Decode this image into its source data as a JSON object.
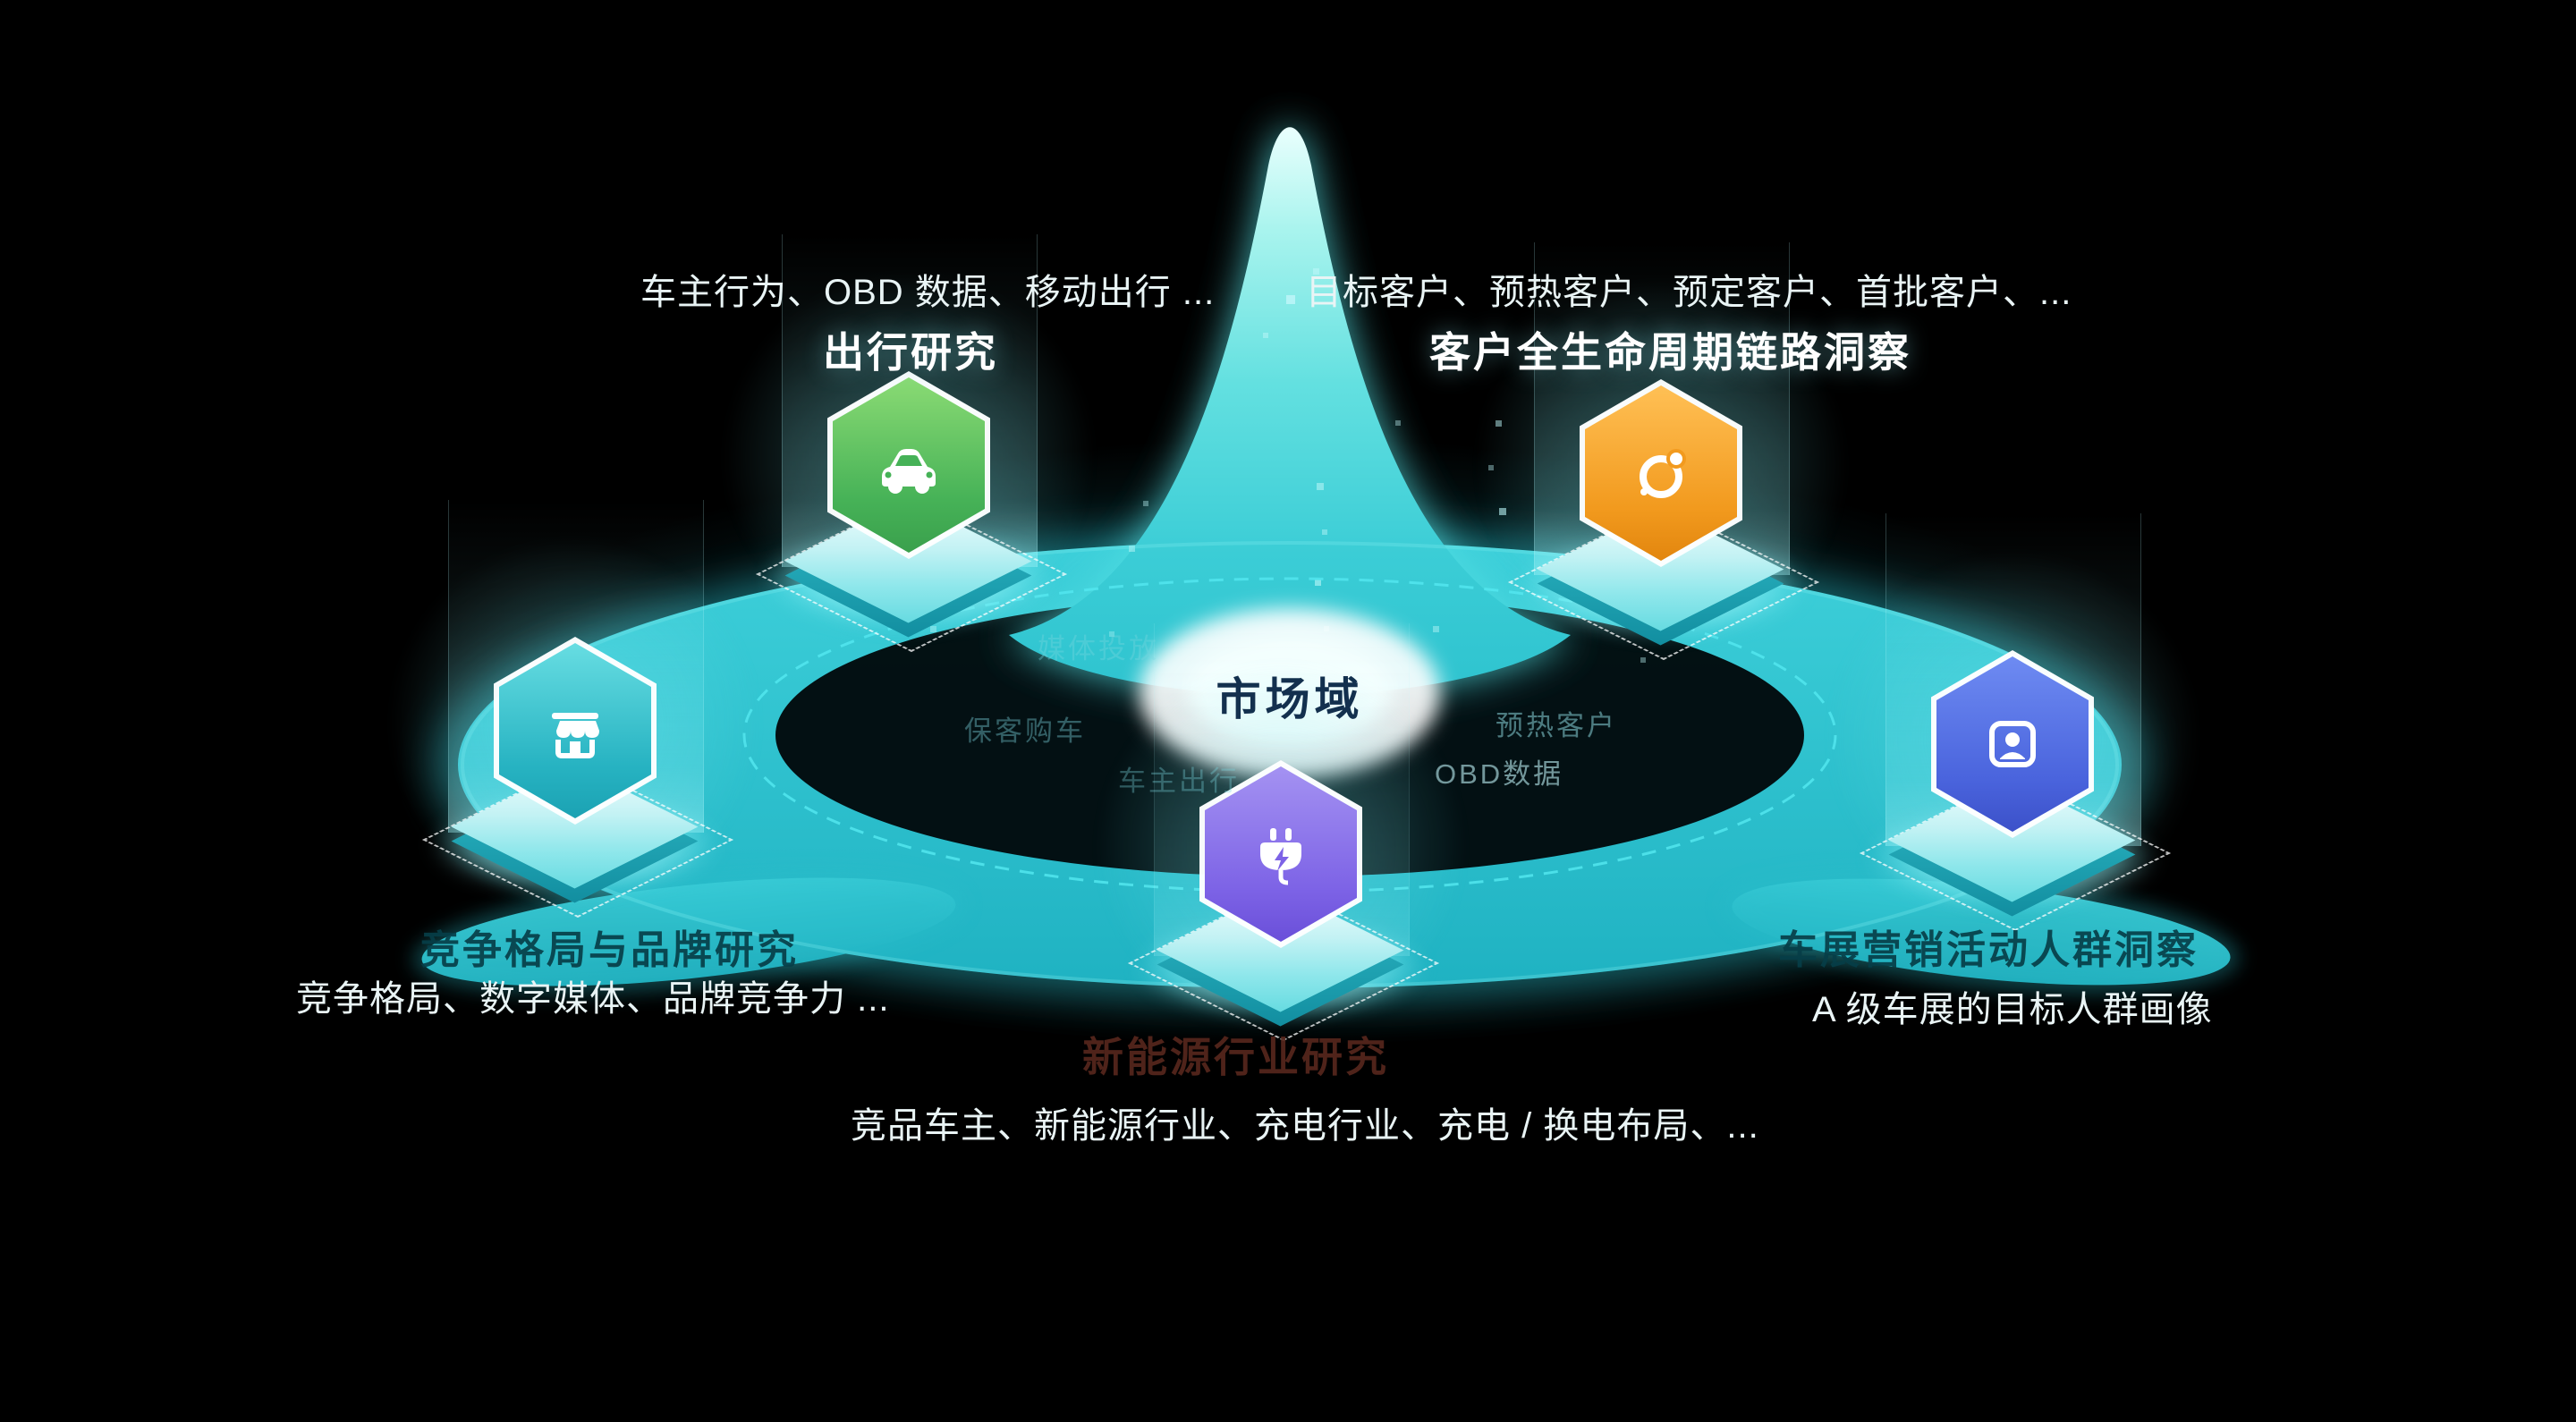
{
  "center": {
    "label": "市场域"
  },
  "nodes": {
    "travel": {
      "title": "出行研究",
      "desc": "车主行为、OBD 数据、移动出行 ...",
      "icon": "car-icon",
      "color": "#46b257"
    },
    "lifecycle": {
      "title": "客户全生命周期链路洞察",
      "desc": "目标客户、预热客户、预定客户、首批客户、...",
      "icon": "orbit-icon",
      "color": "#f29a1e"
    },
    "brand": {
      "title": "竞争格局与品牌研究",
      "desc": "竞争格局、数字媒体、品牌竞争力 ...",
      "icon": "storefront-icon",
      "color": "#27b3c2"
    },
    "energy": {
      "title": "新能源行业研究",
      "desc": "竞品车主、新能源行业、充电行业、充电 / 换电布局、...",
      "icon": "charging-icon",
      "color": "#7d63e6"
    },
    "audience": {
      "title": "车展营销活动人群洞察",
      "desc": "A 级车展的目标人群画像",
      "icon": "user-card-icon",
      "color": "#4a64dd"
    }
  },
  "ring_labels": [
    "媒体投放",
    "保客购车",
    "预热客户",
    "车主出行",
    "OBD数据"
  ],
  "colors": {
    "background": "#000000",
    "ring_teal": "#2fc9d6",
    "peak_core": "#a9f4ee",
    "glow_white": "#ffffff",
    "center_text": "#13304e",
    "body_text": "#e9f4f5"
  }
}
